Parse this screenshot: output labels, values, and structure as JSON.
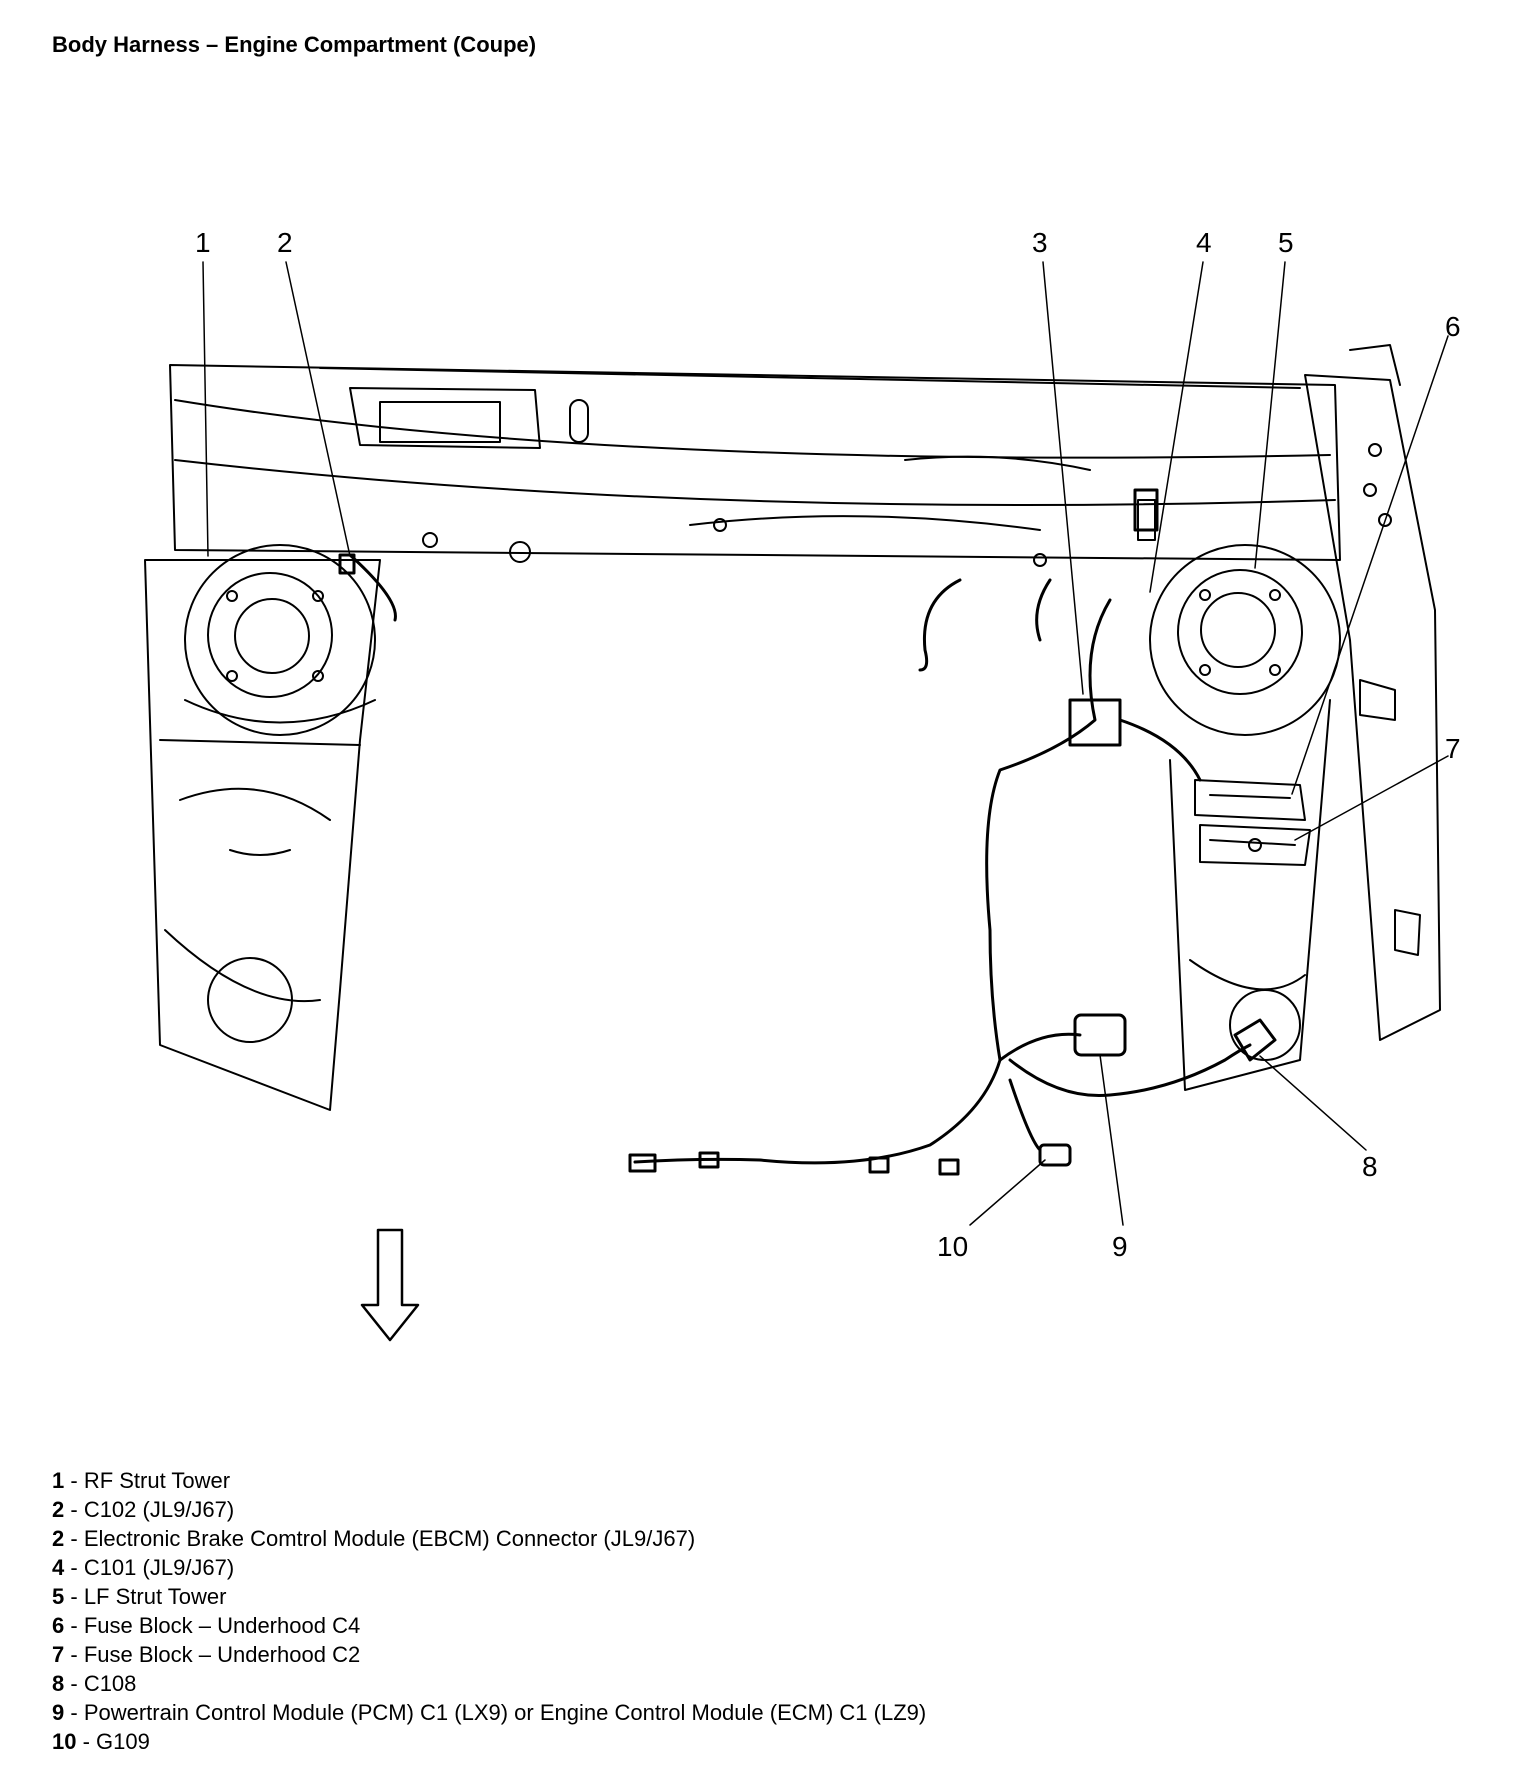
{
  "title": "Body Harness – Engine Compartment (Coupe)",
  "callouts": [
    "1",
    "2",
    "3",
    "4",
    "5",
    "6",
    "7",
    "8",
    "9",
    "10"
  ],
  "legend": [
    {
      "num": "1",
      "sep": " - ",
      "text": "RF Strut Tower"
    },
    {
      "num": "2",
      "sep": " - ",
      "text": "C102 (JL9/J67)"
    },
    {
      "num": "2",
      "sep": " - ",
      "text": "Electronic Brake Comtrol Module (EBCM) Connector (JL9/J67)"
    },
    {
      "num": "4",
      "sep": " - ",
      "text": "C101 (JL9/J67)"
    },
    {
      "num": "5",
      "sep": " - ",
      "text": "LF Strut Tower"
    },
    {
      "num": "6",
      "sep": " - ",
      "text": "Fuse Block – Underhood C4"
    },
    {
      "num": "7",
      "sep": " - ",
      "text": "Fuse Block – Underhood C2"
    },
    {
      "num": "8",
      "sep": " - ",
      "text": "C108"
    },
    {
      "num": "9",
      "sep": " - ",
      "text": "Powertrain Control Module (PCM) C1 (LX9) or Engine Control Module (ECM) C1 (LZ9)"
    },
    {
      "num": "10",
      "sep": " - ",
      "text": "G109"
    }
  ]
}
